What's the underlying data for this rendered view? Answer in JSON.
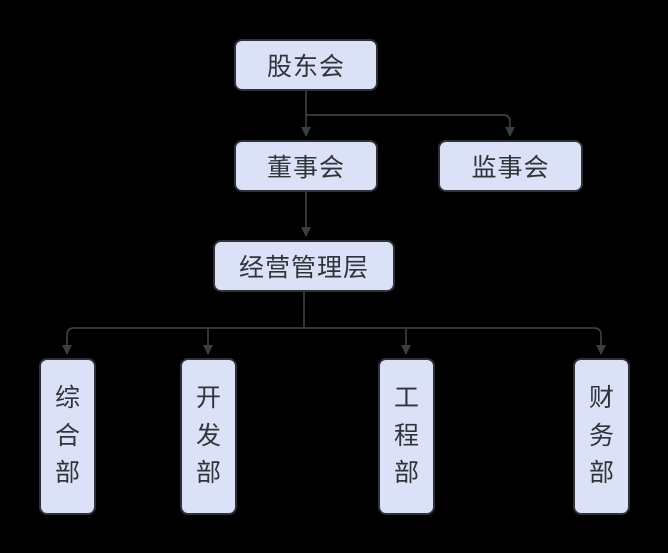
{
  "diagram": {
    "type": "org-chart",
    "background": "#000000"
  },
  "palette": {
    "canvas_bg": "#000000",
    "node_fill": "#dbe2f7",
    "node_border": "#2d323a",
    "node_text": "#30343b",
    "connector_color": "#3a3e45"
  },
  "nodes": {
    "shareholders": {
      "label": "股东会"
    },
    "board": {
      "label": "董事会"
    },
    "supervisors": {
      "label": "监事会"
    },
    "management": {
      "label": "经营管理层"
    },
    "general": {
      "label": "综合部"
    },
    "development": {
      "label": "开发部"
    },
    "engineering": {
      "label": "工程部"
    },
    "finance": {
      "label": "财务部"
    }
  },
  "edges": [
    {
      "from": "股东会",
      "to": "董事会"
    },
    {
      "from": "股东会",
      "to": "监事会"
    },
    {
      "from": "董事会",
      "to": "经营管理层"
    },
    {
      "from": "经营管理层",
      "to": "综合部"
    },
    {
      "from": "经营管理层",
      "to": "开发部"
    },
    {
      "from": "经营管理层",
      "to": "工程部"
    },
    {
      "from": "经营管理层",
      "to": "财务部"
    }
  ]
}
